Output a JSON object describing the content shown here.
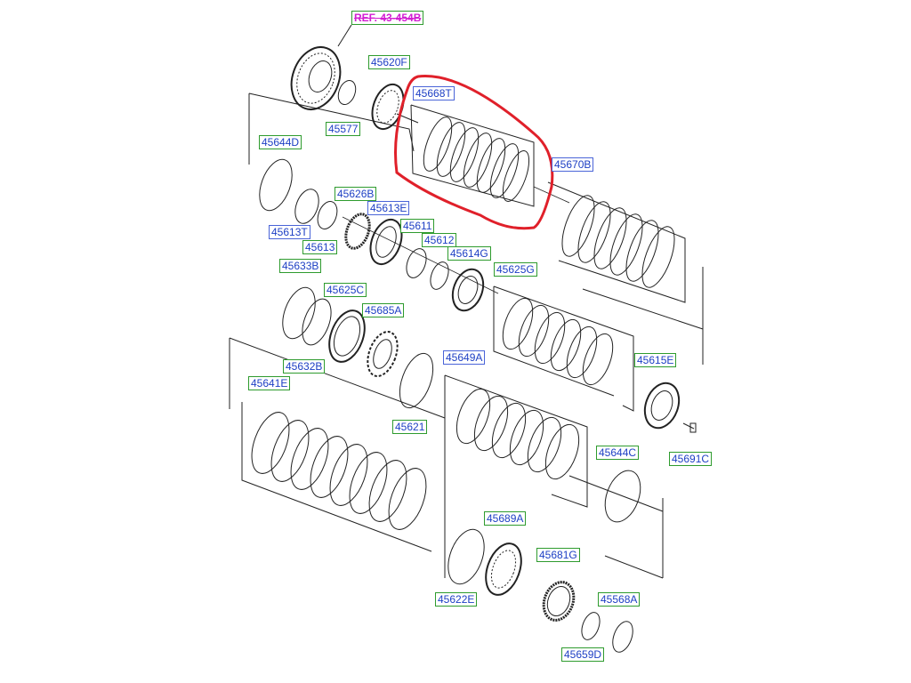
{
  "title": "",
  "ref_label": "REF. 43-454B",
  "colors": {
    "label_text": "#1d3fc4",
    "label_border": "#2e9b2e",
    "ref_text": "#d21fd2",
    "highlight": "#e0202a",
    "line": "#222222"
  },
  "highlighted_part": "45668T",
  "labels": {
    "p45620F": "45620F",
    "p45577": "45577",
    "p45668T": "45668T",
    "p45670B": "45670B",
    "p45644D": "45644D",
    "p45626B": "45626B",
    "p45613E": "45613E",
    "p45613T": "45613T",
    "p45613": "45613",
    "p45611": "45611",
    "p45612": "45612",
    "p45614G": "45614G",
    "p45633B": "45633B",
    "p45625C": "45625C",
    "p45685A": "45685A",
    "p45625G": "45625G",
    "p45632B": "45632B",
    "p45649A": "45649A",
    "p45615E": "45615E",
    "p45641E": "45641E",
    "p45621": "45621",
    "p45691C": "45691C",
    "p45644C": "45644C",
    "p45689A": "45689A",
    "p45681G": "45681G",
    "p45568A": "45568A",
    "p45622E": "45622E",
    "p45659D": "45659D"
  }
}
